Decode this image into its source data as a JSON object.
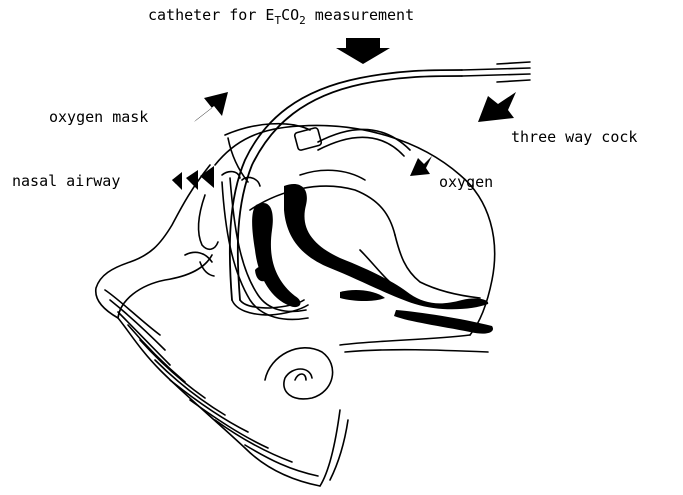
{
  "labels": {
    "catheter_prefix": "catheter for E",
    "catheter_sub1": "T",
    "catheter_mid": "CO",
    "catheter_sub2": "2",
    "catheter_suffix": " measurement",
    "oxygen_mask": "oxygen  mask",
    "nasal_airway": "nasal airway",
    "three_way_cock": "three way cock",
    "oxygen": "oxygen"
  },
  "colors": {
    "ink": "#000000",
    "paper": "#ffffff"
  }
}
